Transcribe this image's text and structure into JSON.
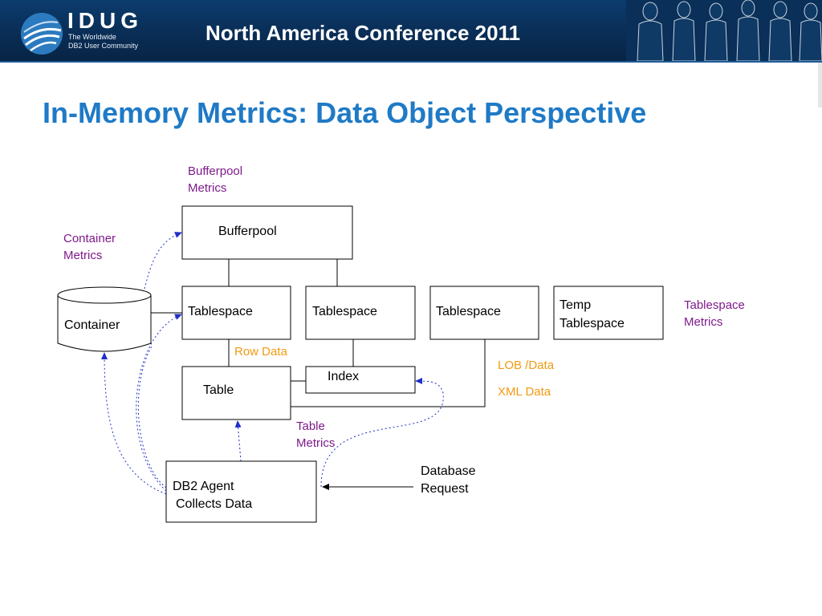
{
  "header": {
    "logo_text": "IDUG",
    "logo_subtitle": [
      "The Worldwide",
      "DB2 User Community"
    ],
    "conference_title": "North America Conference 2011"
  },
  "slide": {
    "title": "In-Memory Metrics: Data Object Perspective"
  },
  "diagram": {
    "boxes": {
      "bufferpool": "Bufferpool",
      "tablespace_1": "Tablespace",
      "tablespace_2": "Tablespace",
      "tablespace_3": "Tablespace",
      "temp_tablespace": [
        "Temp",
        "Tablespace"
      ],
      "container": "Container",
      "table": "Table",
      "index": "Index",
      "agent": [
        "DB2 Agent",
        "Collects Data"
      ]
    },
    "labels": {
      "bufferpool_metrics": [
        "Bufferpool",
        "Metrics"
      ],
      "container_metrics": [
        "Container",
        "Metrics"
      ],
      "tablespace_metrics": [
        "Tablespace",
        "Metrics"
      ],
      "table_metrics": [
        "Table",
        "Metrics"
      ],
      "row_data": "Row Data",
      "lob_data": "LOB /Data",
      "xml_data": "XML Data",
      "database_request": [
        "Database",
        "Request"
      ]
    },
    "colors": {
      "metric_label": "#7f1a8c",
      "data_label": "#f29a12",
      "arrow": "#1f2fc9",
      "title": "#1f7ac6",
      "banner": "#0a2f58"
    }
  }
}
